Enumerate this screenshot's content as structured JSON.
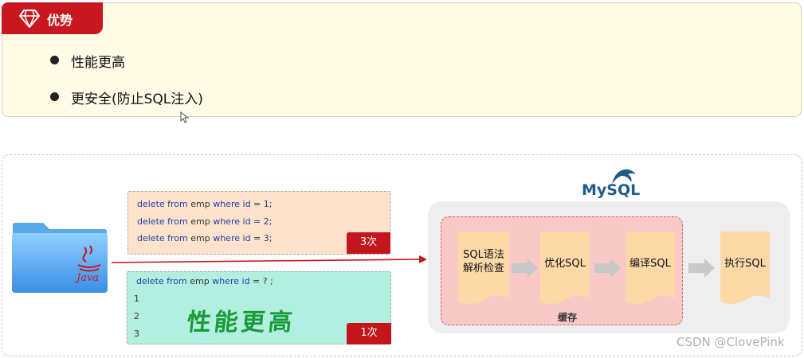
{
  "advantages": {
    "tab_title": "优势",
    "items": [
      "性能更高",
      "更安全(防止SQL注入)"
    ]
  },
  "diagram": {
    "client_label": "Java",
    "statements": {
      "line1": {
        "keyword": "delete from",
        "table": "emp",
        "where": "where",
        "col": "id",
        "value": "1"
      },
      "line2": {
        "keyword": "delete from",
        "table": "emp",
        "where": "where",
        "col": "id",
        "value": "2"
      },
      "line3": {
        "keyword": "delete from",
        "table": "emp",
        "where": "where",
        "col": "id",
        "value": "3"
      },
      "badge": "3次"
    },
    "prepared": {
      "keyword": "delete from",
      "table": "emp",
      "where": "where",
      "col": "id",
      "placeholder": "?",
      "params": [
        "1",
        "2",
        "3"
      ],
      "stamp": "性能更高",
      "badge": "1次"
    },
    "mysql_logo": "MySQL",
    "steps": [
      "SQL语法\n解析检查",
      "优化SQL",
      "编译SQL",
      "执行SQL"
    ],
    "cache_label": "缓存",
    "watermark": "CSDN @ClovePink"
  },
  "colors": {
    "accent": "#c8171e",
    "statement_bg": "#fde3cc",
    "prepared_bg": "#b3efe1",
    "cache_bg": "#f8c9c6",
    "step_bg": "#fdd9a8",
    "stamp_green": "#1a9b37"
  }
}
